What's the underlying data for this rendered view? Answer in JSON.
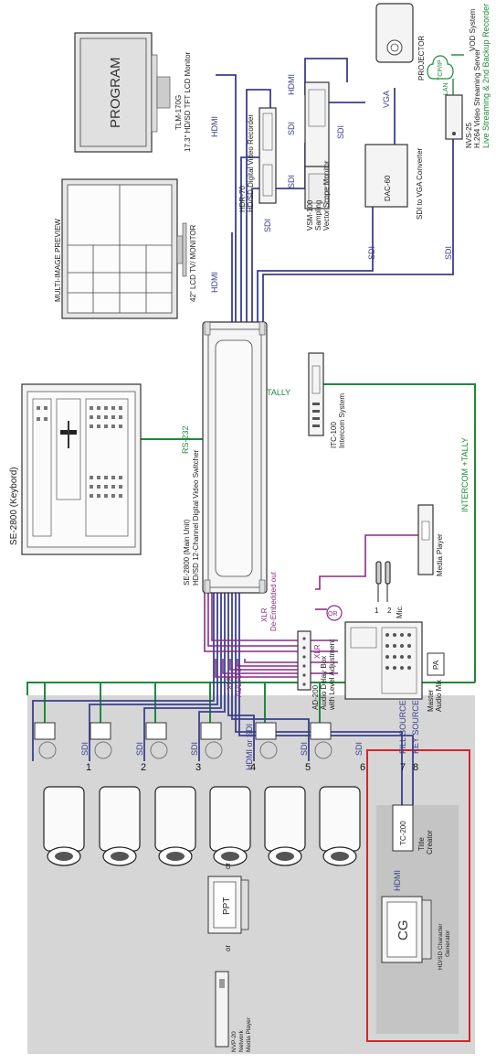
{
  "devices": {
    "keyboard": "SE-2800 (Keybord)",
    "main_unit_line1": "SE-2800 (Main Unit)",
    "main_unit_line2": "HD/SD 12-Channel Digital Video Switcher",
    "lcd_tv_line1": "MULTI-IMAGE PREVIEW",
    "lcd_tv_line2": "42\"  LCD TV/ MONITOR",
    "tlm_line1": "TLM-170G",
    "tlm_line2": "17.3\"  HD/SD TFT LCD Monitor",
    "program_screen": "PROGRAM",
    "hdr_line1": "HDR-70",
    "hdr_line2": "HD/SD Digital Video Recorder",
    "vsm_line1": "VSM-100",
    "vsm_line2": "Sampling",
    "vsm_line3": "Vector Scope Monitor",
    "projector": "PROJECTOR",
    "dac_box": "DAC-60",
    "dac_label": "SDI to VGA Converter",
    "nvs_line1": "NVS-25",
    "nvs_line2": "H.264 Video Streaming Server",
    "nvs_line3": "Live Streaming & 2nd Backup Recorder",
    "vod": "VOD System",
    "tcpip": "TCP/IP",
    "itc_line1": "ITC-100",
    "itc_line2": "Intercom System",
    "media_player": "Media Player",
    "mic": "Mic.",
    "mic1": "1",
    "mic2": "2",
    "or_mic": "OR",
    "pa": "PA",
    "audio_mix_line1": "Master",
    "audio_mix_line2": "Audio Mix",
    "ad_line1": "AD-200",
    "ad_line2": "Audio Delay Box",
    "ad_line3": "with Level Adjustment",
    "cg_box": "CG",
    "cg_line1": "HD/SD Character",
    "cg_line2": "Generator",
    "tc_box": "TC-200",
    "tc_line1": "Title",
    "tc_line2": "Creator",
    "ppt_box": "PPT",
    "or_ppt": "or",
    "or_nvp": "or",
    "nvp_line1": "NVP-20",
    "nvp_line2": "Network",
    "nvp_line3": "Media Player"
  },
  "signals": {
    "hdmi": "HDMI",
    "sdi": "SDI",
    "vga": "VGA",
    "lan": "LAN",
    "rs232": "RS-232",
    "tally": "TALLY",
    "intercom_tally": "INTERCOM +TALLY",
    "xlr_out": "XLR",
    "deembedded_out": "De-Embedded out",
    "xlr_in": "XLR",
    "audio_in": "AUDIO IN",
    "xlr_mix": "XLR",
    "hdmi_or_sdi": "HDMI or SDI",
    "fill_source": "FILL SOURCE",
    "key_source": "KEY SOURCE",
    "hdmi_cg": "HDMI"
  },
  "cameras": [
    "1",
    "2",
    "3",
    "4",
    "5",
    "6"
  ],
  "key_inputs": [
    "7",
    "8"
  ],
  "colors": {
    "video": "#3a3f8f",
    "audio": "#8a2c86",
    "control": "#1e8a3a",
    "highlight_box": "#d9232b",
    "source_area": "#d6d6d6"
  }
}
